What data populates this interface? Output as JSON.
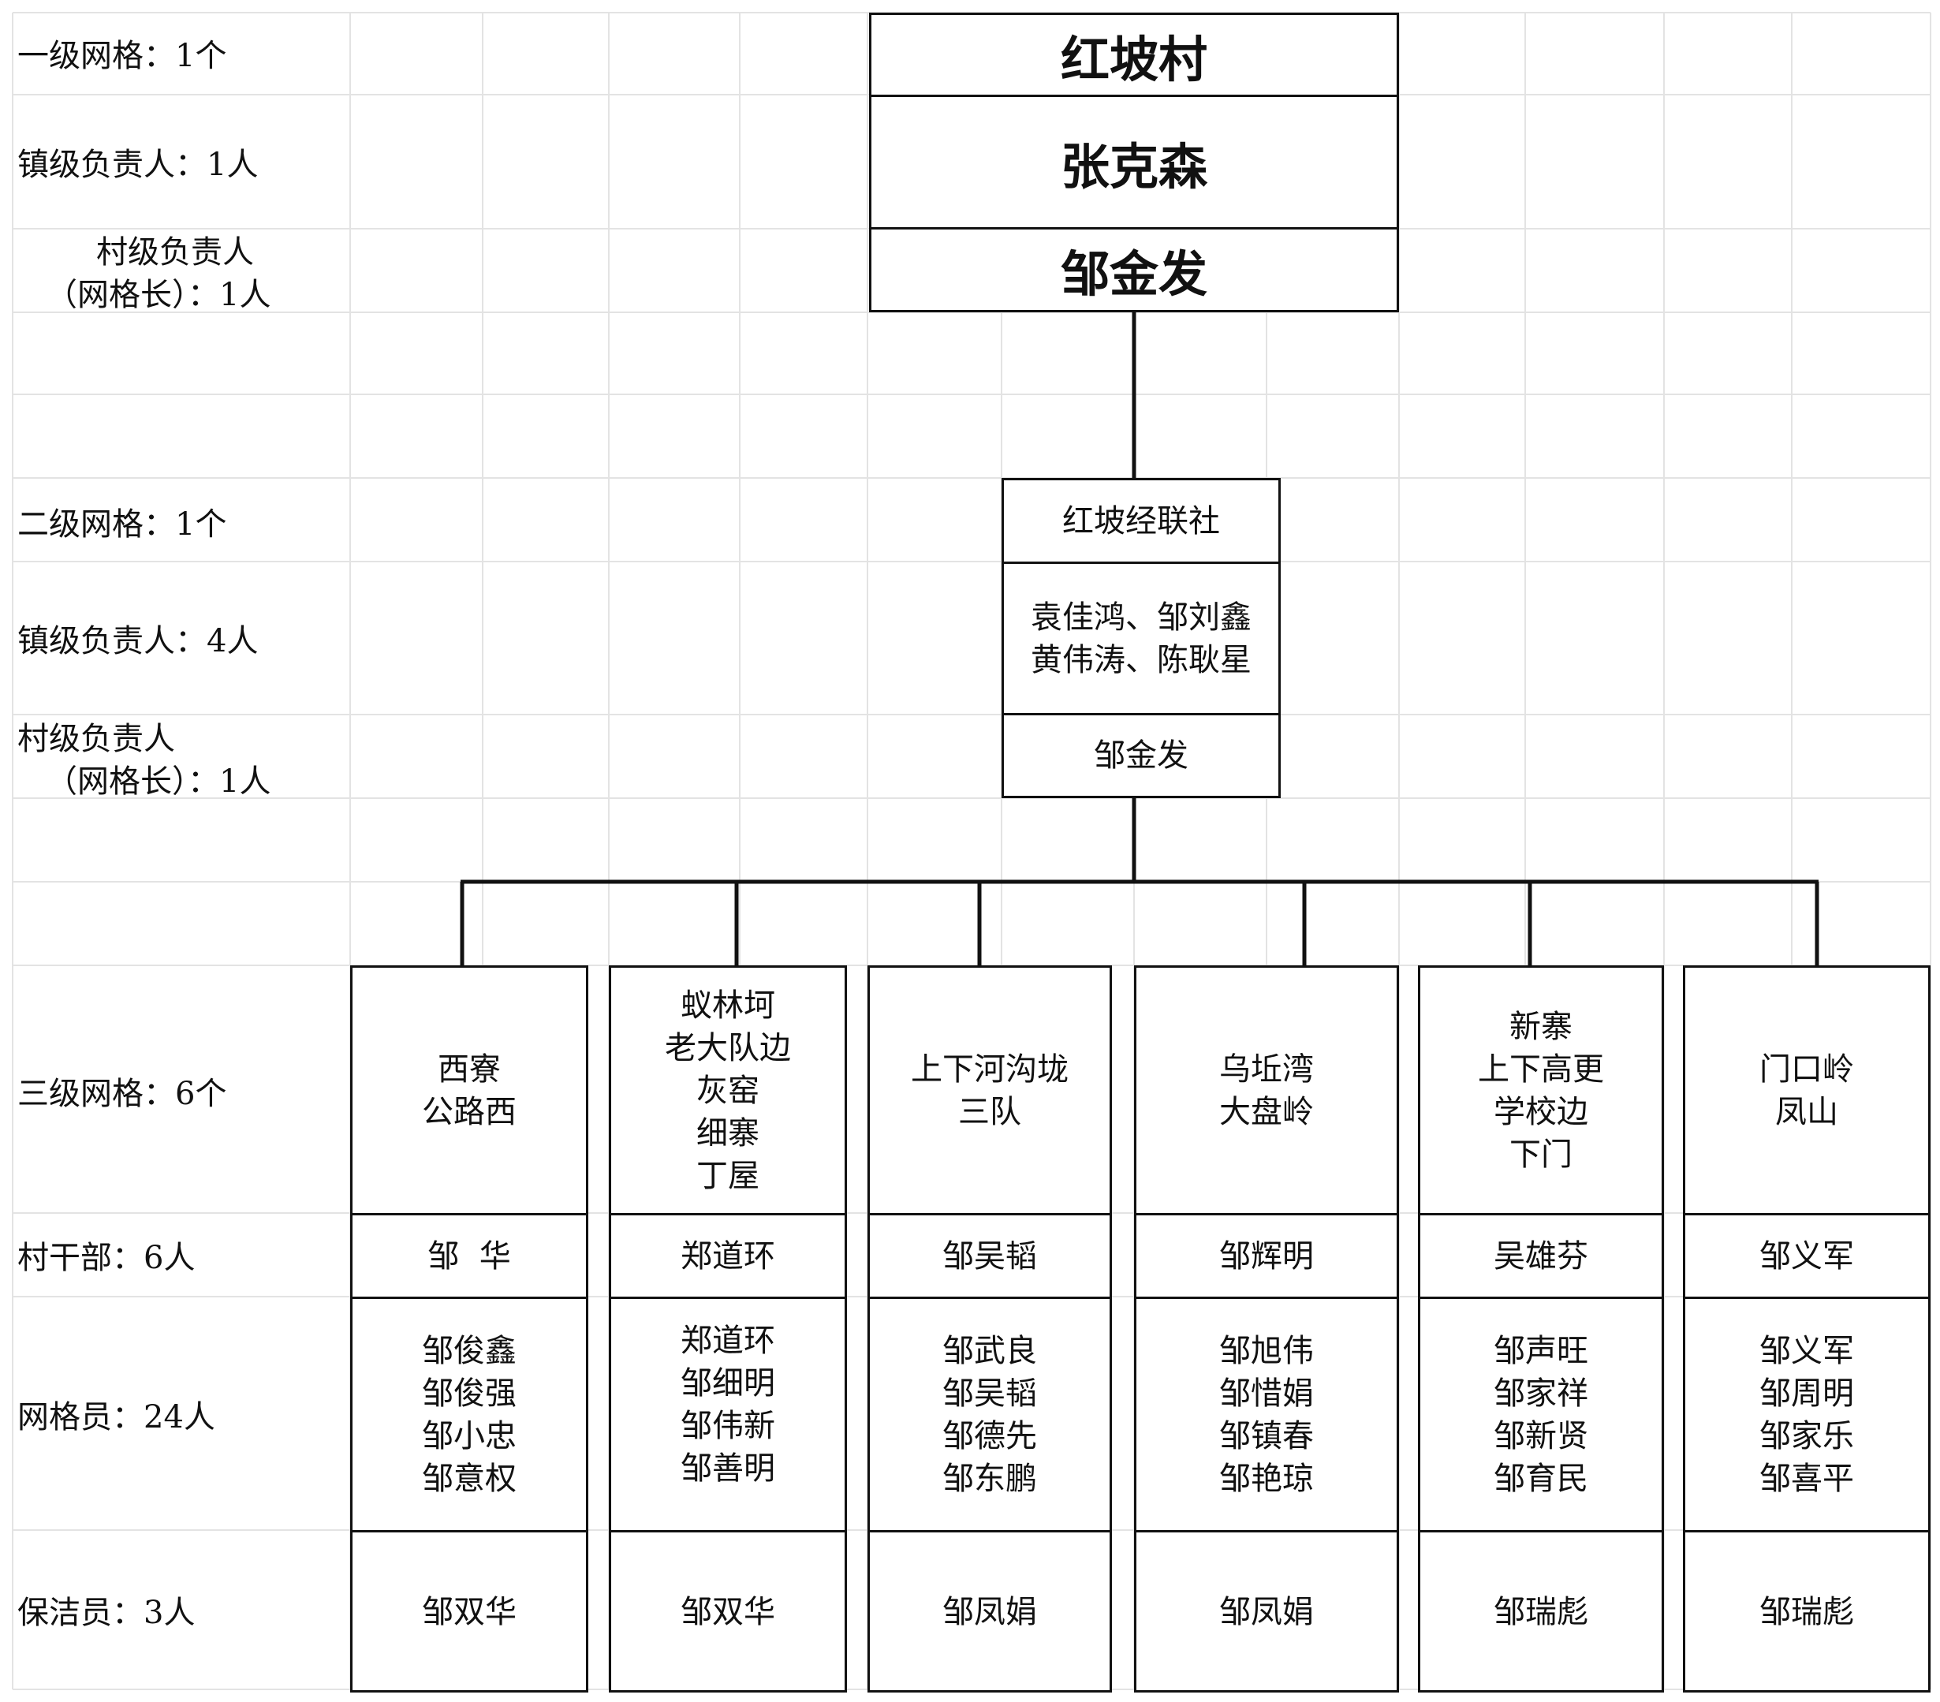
{
  "labels": {
    "level1_grid": "一级网格：1个",
    "level1_town": "镇级负责人：1人",
    "level1_village_a": "村级负责人",
    "level1_village_b": "（网格长）：1人",
    "level2_grid": "二级网格：1个",
    "level2_town": "镇级负责人：4人",
    "level2_village_a": "村级负责人",
    "level2_village_b": "（网格长）：1人",
    "level3_grid": "三级网格：6个",
    "cadres": "村干部：6人",
    "grid_members": "网格员：24人",
    "cleaners": "保洁员：3人"
  },
  "level1": {
    "name": "红坡村",
    "town_leader": "张克森",
    "village_leader": "邹金发"
  },
  "level2": {
    "name": "红坡经联社",
    "town_leaders": [
      "袁佳鸿、邹刘鑫",
      "黄伟涛、陈耿星"
    ],
    "village_leader": "邹金发"
  },
  "level3": [
    {
      "areas": [
        "西寮",
        "公路西"
      ],
      "cadre": "邹  华",
      "members": [
        "邹俊鑫",
        "邹俊强",
        "邹小忠",
        "邹意权"
      ],
      "cleaner": "邹双华"
    },
    {
      "areas": [
        "蚁林坷",
        "老大队边",
        "灰窑",
        "细寨",
        "丁屋"
      ],
      "cadre": "郑道环",
      "members": [
        "郑道环",
        "邹细明",
        "邹伟新",
        "邹善明"
      ],
      "cleaner": "邹双华"
    },
    {
      "areas": [
        "上下河沟垅",
        "三队"
      ],
      "cadre": "邹吴韬",
      "members": [
        "邹武良",
        "邹吴韬",
        "邹德先",
        "邹东鹏"
      ],
      "cleaner": "邹凤娟"
    },
    {
      "areas": [
        "乌坵湾",
        "大盘岭"
      ],
      "cadre": "邹辉明",
      "members": [
        "邹旭伟",
        "邹惜娟",
        "邹镇春",
        "邹艳琼"
      ],
      "cleaner": "邹凤娟"
    },
    {
      "areas": [
        "新寨",
        "上下高更",
        "学校边",
        "下门"
      ],
      "cadre": "吴雄芬",
      "members": [
        "邹声旺",
        "邹家祥",
        "邹新贤",
        "邹育民"
      ],
      "cleaner": "邹瑞彪"
    },
    {
      "areas": [
        "门口岭",
        "凤山"
      ],
      "cadre": "邹义军",
      "members": [
        "邹义军",
        "邹周明",
        "邹家乐",
        "邹喜平"
      ],
      "cleaner": "邹瑞彪"
    }
  ]
}
